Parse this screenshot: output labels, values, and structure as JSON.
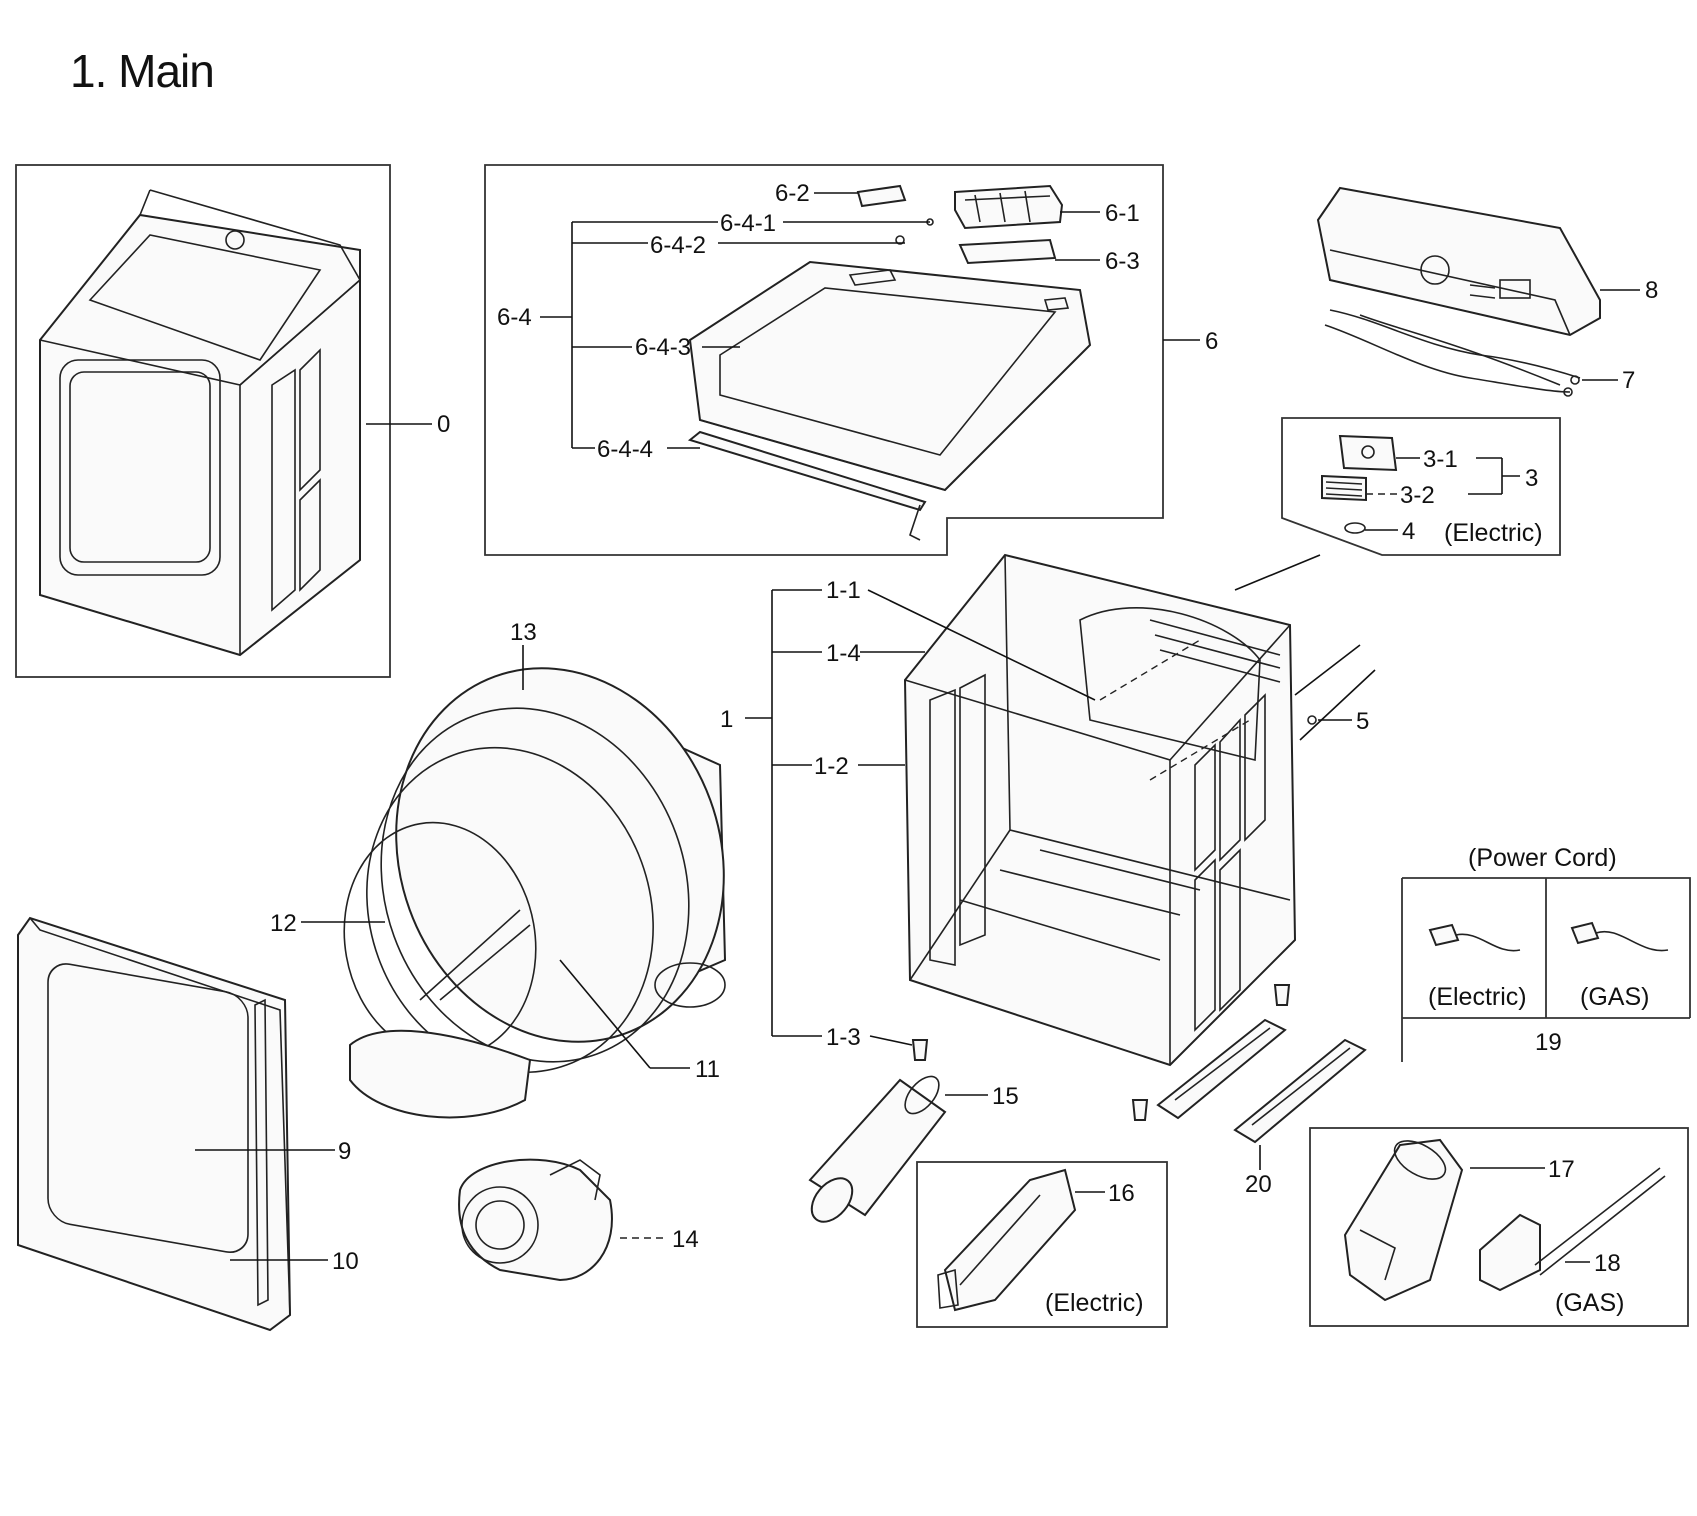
{
  "title": "1. Main",
  "labels": {
    "l0": "0",
    "l1": "1",
    "l1_1": "1-1",
    "l1_2": "1-2",
    "l1_3": "1-3",
    "l1_4": "1-4",
    "l3": "3",
    "l3_1": "3-1",
    "l3_2": "3-2",
    "l4": "4",
    "l5": "5",
    "l6": "6",
    "l6_1": "6-1",
    "l6_2": "6-2",
    "l6_3": "6-3",
    "l6_4": "6-4",
    "l6_4_1": "6-4-1",
    "l6_4_2": "6-4-2",
    "l6_4_3": "6-4-3",
    "l6_4_4": "6-4-4",
    "l7": "7",
    "l8": "8",
    "l9": "9",
    "l10": "10",
    "l11": "11",
    "l12": "12",
    "l13": "13",
    "l14": "14",
    "l15": "15",
    "l16": "16",
    "l17": "17",
    "l18": "18",
    "l19": "19",
    "l20": "20"
  },
  "captions": {
    "electric_heater_kit": "(Electric)",
    "power_cord": "(Power Cord)",
    "power_cord_electric": "(Electric)",
    "power_cord_gas": "(GAS)",
    "heater_electric": "(Electric)",
    "gas_burner": "(GAS)"
  }
}
